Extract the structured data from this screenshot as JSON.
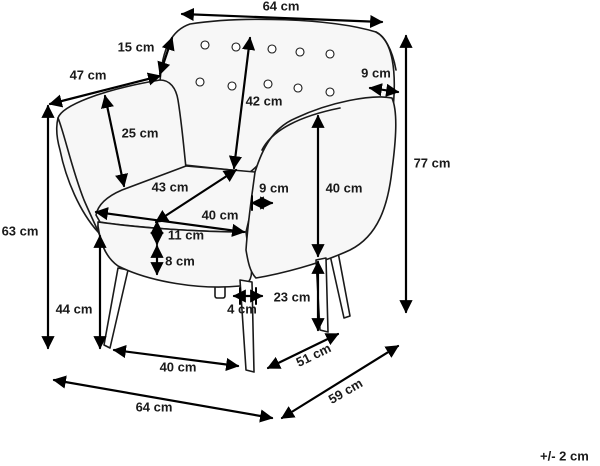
{
  "dimensions": [
    {
      "id": "back-width",
      "text": "64 cm"
    },
    {
      "id": "back-top-depth",
      "text": "15 cm"
    },
    {
      "id": "arm-width",
      "text": "47 cm"
    },
    {
      "id": "arm-thickness",
      "text": "9 cm"
    },
    {
      "id": "backrest-height",
      "text": "42 cm"
    },
    {
      "id": "arm-height-inner",
      "text": "25 cm"
    },
    {
      "id": "total-height",
      "text": "77 cm"
    },
    {
      "id": "seat-diagonal",
      "text": "43 cm"
    },
    {
      "id": "arm-gap",
      "text": "9 cm"
    },
    {
      "id": "arm-height",
      "text": "40 cm"
    },
    {
      "id": "seat-width",
      "text": "40 cm"
    },
    {
      "id": "seat-cushion",
      "text": "11 cm"
    },
    {
      "id": "seat-base",
      "text": "8 cm"
    },
    {
      "id": "arm-total-height",
      "text": "63 cm"
    },
    {
      "id": "seat-height",
      "text": "44 cm"
    },
    {
      "id": "leg-height",
      "text": "23 cm"
    },
    {
      "id": "leg-width",
      "text": "4 cm"
    },
    {
      "id": "leg-span",
      "text": "40 cm"
    },
    {
      "id": "side-depth-inner",
      "text": "51 cm"
    },
    {
      "id": "total-depth",
      "text": "59 cm"
    },
    {
      "id": "total-width",
      "text": "64 cm"
    }
  ],
  "tolerance": "+/- 2 cm",
  "colors": {
    "line": "#1a1a1a",
    "arrow": "#000000",
    "background": "#ffffff"
  }
}
